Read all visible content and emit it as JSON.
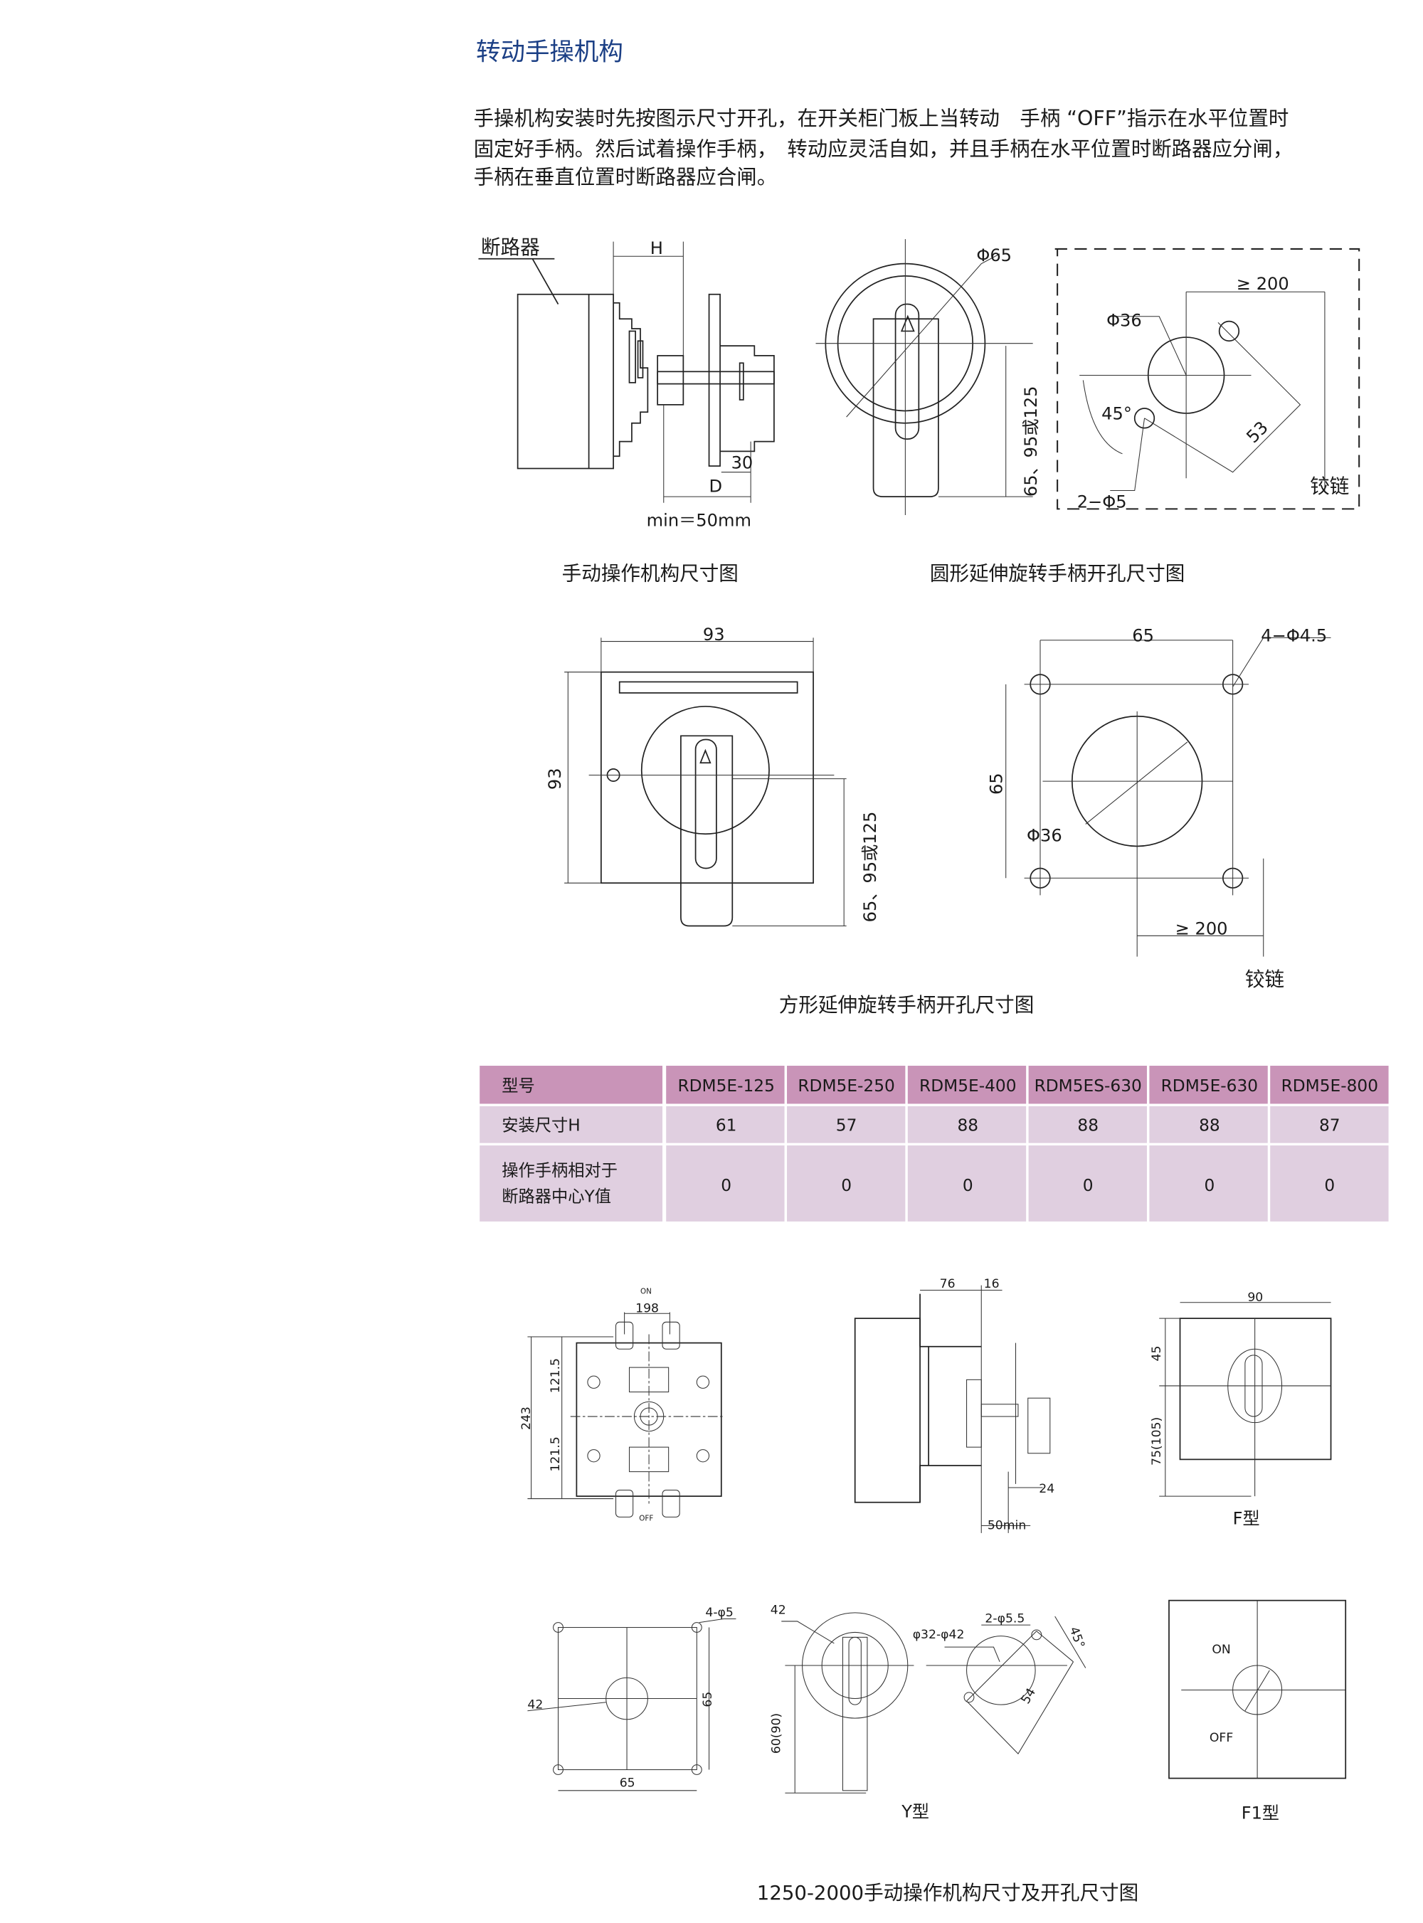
{
  "title": "转动手操机构",
  "paragraph": [
    "手操机构安装时先按图示尺寸开孔，在开关柜门板上当转动　手柄 “OFF”指示在水平位置时",
    "固定好手柄。然后试着操作手柄，　转动应灵活自如，并且手柄在水平位置时断路器应分闸，",
    "手柄在垂直位置时断路器应合闸。"
  ],
  "figure1": {
    "breaker_label": "断路器",
    "dim_h": "H",
    "dim_d": "D",
    "dim_30": "30",
    "min_label": "min＝50mm",
    "caption": "手动操作机构尺寸图"
  },
  "figure2": {
    "dim_phi65": "Φ65",
    "dim_length": "65、95或125",
    "dim_200": "≥ 200",
    "dim_phi36": "Φ36",
    "dim_45": "45°",
    "dim_53": "53",
    "dim_holes": "2−Φ5",
    "hinge": "铰链",
    "caption": "圆形延伸旋转手柄开孔尺寸图"
  },
  "figure3": {
    "dim_width": "93",
    "dim_height": "93",
    "dim_length": "65、95或125",
    "cut_width": "65",
    "cut_holes": "4−Φ4.5",
    "cut_height": "65",
    "cut_phi36": "Φ36",
    "cut_200": "≥ 200",
    "hinge": "铰链",
    "caption": "方形延伸旋转手柄开孔尺寸图"
  },
  "table": {
    "header_color": "#c994b8",
    "row_color": "#e0cfe0",
    "headers": [
      "型号",
      "RDM5E-125",
      "RDM5E-250",
      "RDM5E-400",
      "RDM5ES-630",
      "RDM5E-630",
      "RDM5E-800"
    ],
    "rows": [
      {
        "label": [
          "安装尺寸H"
        ],
        "values": [
          "61",
          "57",
          "88",
          "88",
          "88",
          "87"
        ]
      },
      {
        "label": [
          "操作手柄相对于",
          "断路器中心Y值"
        ],
        "values": [
          "0",
          "0",
          "0",
          "0",
          "0",
          "0"
        ]
      }
    ]
  },
  "figure4": {
    "front": {
      "on": "ON",
      "off": "OFF",
      "dim_198": "198",
      "dim_243": "243",
      "dim_upper": "121.5",
      "dim_lower": "121.5"
    },
    "side": {
      "dim_76": "76",
      "dim_16": "16",
      "dim_24": "24",
      "dim_50": "50min"
    },
    "f_type": {
      "dim_90": "90",
      "dim_45": "45",
      "dim_75": "75(105)",
      "label": "F型"
    },
    "cutout": {
      "holes": "4-φ5",
      "dim_42": "42",
      "dim_65v": "65",
      "dim_65h": "65"
    },
    "y_type": {
      "dim_42": "42",
      "dim_60": "60(90)",
      "dim_phi": "φ32-φ42",
      "dim_holes": "2-φ5.5",
      "dim_45": "45°",
      "dim_54": "54",
      "label": "Y型"
    },
    "f1_type": {
      "on": "ON",
      "off": "OFF",
      "label": "F1型"
    },
    "caption": "1250-2000手动操作机构尺寸及开孔尺寸图"
  }
}
